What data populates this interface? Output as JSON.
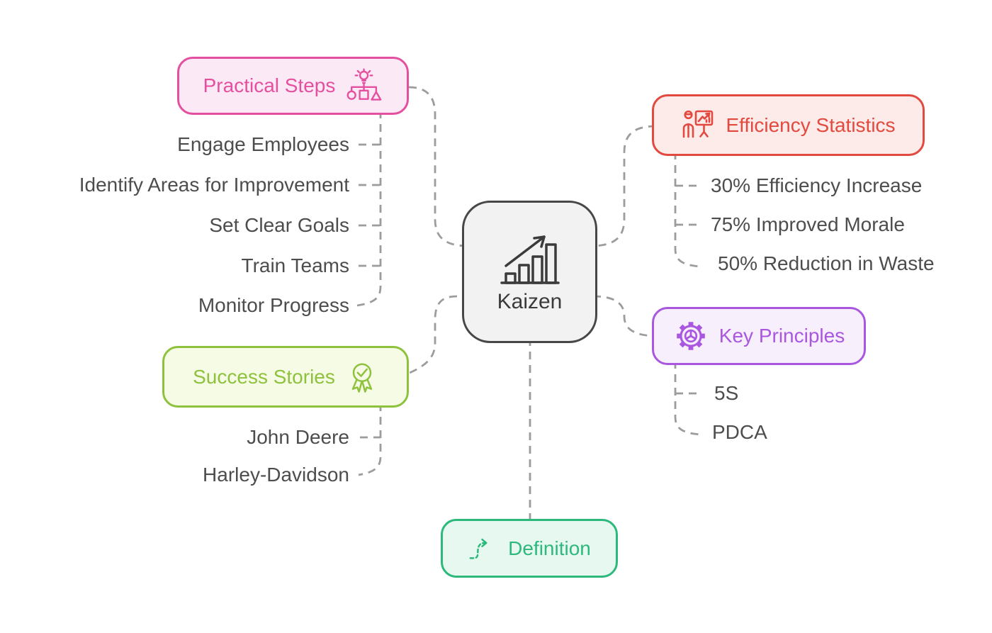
{
  "diagram": {
    "center": {
      "label": "Kaizen",
      "icon": "growth-chart-icon",
      "colors": {
        "border": "#474747",
        "fill": "#f2f2f2",
        "text": "#3b3b3b"
      }
    },
    "branches": [
      {
        "label": "Practical Steps",
        "icon": "idea-orgchart-icon",
        "colors": {
          "border": "#e4509f",
          "fill": "#fbeaf5",
          "text": "#e4509f"
        },
        "children": [
          "Engage Employees",
          "Identify Areas for Improvement",
          "Set Clear Goals",
          "Train Teams",
          "Monitor Progress"
        ]
      },
      {
        "label": "Efficiency Statistics",
        "icon": "presenter-chart-icon",
        "colors": {
          "border": "#e2493f",
          "fill": "#fcebe9",
          "text": "#e2493f"
        },
        "children": [
          "30% Efficiency Increase",
          "75% Improved Morale",
          "50% Reduction in Waste"
        ]
      },
      {
        "label": "Key Principles",
        "icon": "gear-wheel-icon",
        "colors": {
          "border": "#aa57e0",
          "fill": "#f8effc",
          "text": "#aa57e0"
        },
        "children": [
          "5S",
          "PDCA"
        ]
      },
      {
        "label": "Success Stories",
        "icon": "award-ribbon-icon",
        "colors": {
          "border": "#8fc23c",
          "fill": "#f6fbe6",
          "text": "#8fc23c"
        },
        "children": [
          "John Deere",
          "Harley-Davidson"
        ]
      },
      {
        "label": "Definition",
        "icon": "dashed-path-arrow-icon",
        "colors": {
          "border": "#2db87c",
          "fill": "#e7f8f0",
          "text": "#2db87c"
        },
        "children": []
      }
    ],
    "connector_color": "#9c9c9c",
    "item_text_color": "#4d4d4d"
  }
}
